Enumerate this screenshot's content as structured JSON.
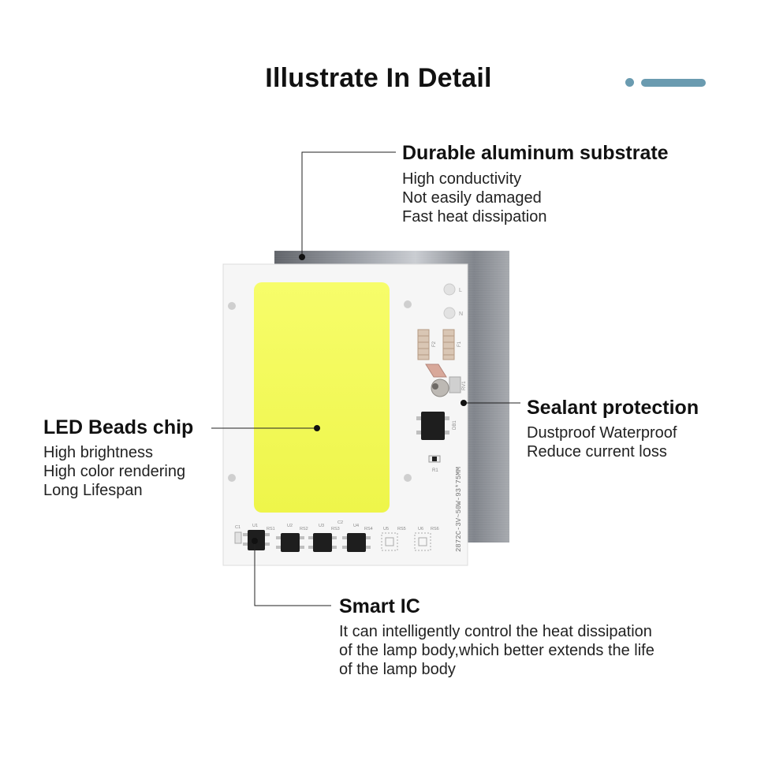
{
  "title": "Illustrate In Detail",
  "accent_color": "#6a9bb0",
  "led_color": "#f4fb5a",
  "features": {
    "substrate": {
      "heading": "Durable aluminum substrate",
      "lines": [
        "High conductivity",
        "Not easily damaged",
        "Fast heat dissipation"
      ]
    },
    "led": {
      "heading": "LED Beads chip",
      "lines": [
        "High brightness",
        "High color rendering",
        "Long Lifespan"
      ]
    },
    "sealant": {
      "heading": "Sealant protection",
      "lines": [
        "Dustproof Waterproof",
        "Reduce current loss"
      ]
    },
    "smart_ic": {
      "heading": "Smart IC",
      "lines": [
        "It can intelligently control the heat dissipation",
        "of the lamp body,which better extends the life",
        "of the lamp body"
      ]
    }
  },
  "board": {
    "model_text": "2872C-3V~50W-93*75MM",
    "labels": {
      "f1": "F1",
      "f2": "F2",
      "rv1": "RV1",
      "db1": "DB1",
      "r1": "R1",
      "c1": "C1",
      "u1": "U1",
      "u2": "U2",
      "u3": "U3",
      "u4": "U4",
      "u5": "U5",
      "u6": "U6",
      "rs1": "RS1",
      "rs2": "RS2",
      "rs3": "RS3",
      "rs4": "RS4",
      "rs5": "RS5",
      "rs6": "RS6",
      "c2": "C2",
      "l": "L",
      "n": "N"
    }
  }
}
